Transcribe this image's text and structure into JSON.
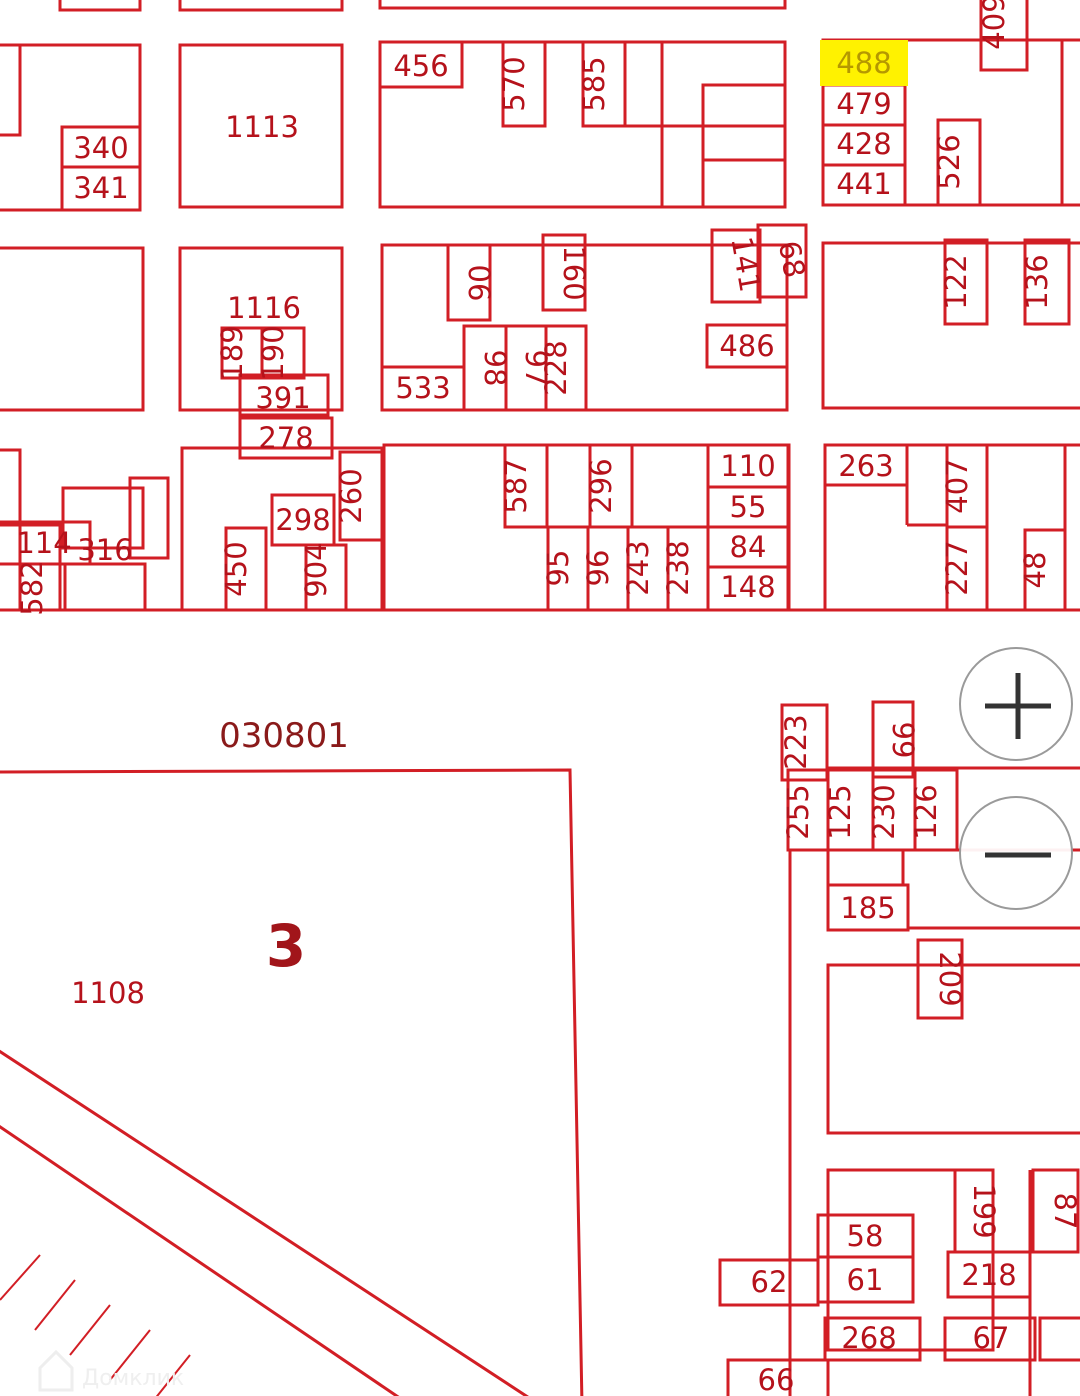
{
  "map": {
    "quarter_number": "030801",
    "block_number": "3",
    "highlighted_parcel": "488",
    "highlight_color": "#fff200",
    "line_color": "#d21e25",
    "watermark": "Домклик",
    "parcels": {
      "p0": "340",
      "p1": "341",
      "p2": "1113",
      "p3": "456",
      "p4": "570",
      "p5": "585",
      "p6": "488",
      "p7": "479",
      "p8": "428",
      "p9": "441",
      "p10": "526",
      "p11": "409",
      "p12": "1116",
      "p13": "189",
      "p14": "190",
      "p15": "391",
      "p16": "278",
      "p17": "06",
      "p18": "160",
      "p19": "141",
      "p20": "68",
      "p21": "98",
      "p22": "97",
      "p23": "228",
      "p24": "533",
      "p25": "486",
      "p26": "122",
      "p27": "136",
      "p28": "114",
      "p29": "316",
      "p30": "582",
      "p31": "450",
      "p32": "298",
      "p33": "904",
      "p34": "260",
      "p35": "587",
      "p36": "296",
      "p37": "110",
      "p38": "55",
      "p39": "84",
      "p40": "148",
      "p41": "95",
      "p42": "96",
      "p43": "243",
      "p44": "238",
      "p45": "263",
      "p46": "407",
      "p47": "227",
      "p48": "48",
      "p49": "1108",
      "p50": "223",
      "p51": "99",
      "p52": "255",
      "p53": "125",
      "p54": "230",
      "p55": "126",
      "p56": "185",
      "p57": "209",
      "p58": "58",
      "p59": "61",
      "p60": "62",
      "p61": "268",
      "p62": "66",
      "p63": "199",
      "p64": "218",
      "p65": "87",
      "p66": "67"
    }
  },
  "controls": {
    "zoom_in": "plus-icon",
    "zoom_out": "minus-icon"
  }
}
